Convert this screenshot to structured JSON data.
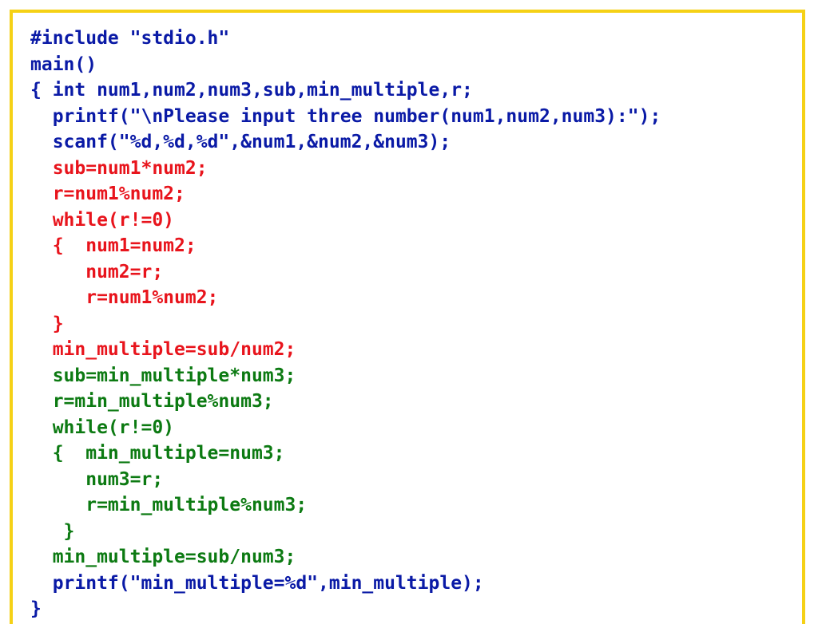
{
  "colors": {
    "frame_border": "#f5d116",
    "blue": "#0a1aa6",
    "red": "#e8141c",
    "green": "#0c7a12"
  },
  "code": {
    "lines": [
      {
        "text": "#include \"stdio.h\"",
        "color": "blue"
      },
      {
        "text": "main()",
        "color": "blue"
      },
      {
        "text": "{ int num1,num2,num3,sub,min_multiple,r;",
        "color": "blue"
      },
      {
        "text": "  printf(\"\\nPlease input three number(num1,num2,num3):\");",
        "color": "blue"
      },
      {
        "text": "  scanf(\"%d,%d,%d\",&num1,&num2,&num3);",
        "color": "blue"
      },
      {
        "text": "  sub=num1*num2;",
        "color": "red"
      },
      {
        "text": "  r=num1%num2;",
        "color": "red"
      },
      {
        "text": "  while(r!=0)",
        "color": "red"
      },
      {
        "text": "  {  num1=num2;",
        "color": "red"
      },
      {
        "text": "     num2=r;",
        "color": "red"
      },
      {
        "text": "     r=num1%num2;",
        "color": "red"
      },
      {
        "text": "  }",
        "color": "red"
      },
      {
        "text": "  min_multiple=sub/num2;",
        "color": "red"
      },
      {
        "text": "  sub=min_multiple*num3;",
        "color": "green"
      },
      {
        "text": "  r=min_multiple%num3;",
        "color": "green"
      },
      {
        "text": "  while(r!=0)",
        "color": "green"
      },
      {
        "text": "  {  min_multiple=num3;",
        "color": "green"
      },
      {
        "text": "     num3=r;",
        "color": "green"
      },
      {
        "text": "     r=min_multiple%num3;",
        "color": "green"
      },
      {
        "text": "   }",
        "color": "green"
      },
      {
        "text": "  min_multiple=sub/num3;",
        "color": "green"
      },
      {
        "text": "  printf(\"min_multiple=%d\",min_multiple);",
        "color": "blue"
      },
      {
        "text": "}",
        "color": "blue"
      }
    ]
  }
}
